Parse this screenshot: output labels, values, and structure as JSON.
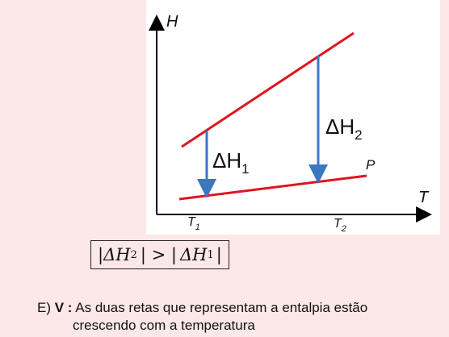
{
  "diagram": {
    "y_axis_label": "H",
    "x_axis_label": "T",
    "t1_label": "T",
    "t1_sub": "1",
    "t2_label": "T",
    "t2_sub": "2",
    "dh1_label": "ΔH",
    "dh1_sub": "1",
    "dh2_label": "ΔH",
    "dh2_sub": "2",
    "p_label": "P",
    "colors": {
      "lines": "#e0141e",
      "arrows": "#3a78c0",
      "axes": "#000000"
    }
  },
  "relation": {
    "left_bar": "|",
    "dh2": "ΔH",
    "dh2_sub": "2",
    "middle": "| > |",
    "dh1": "ΔH",
    "dh1_sub": "1",
    "right_bar": "|"
  },
  "answer": {
    "letter": "E)",
    "verdict": "V :",
    "line1": "As duas retas que representam a entalpia estão",
    "line2": "crescendo com a temperatura"
  }
}
